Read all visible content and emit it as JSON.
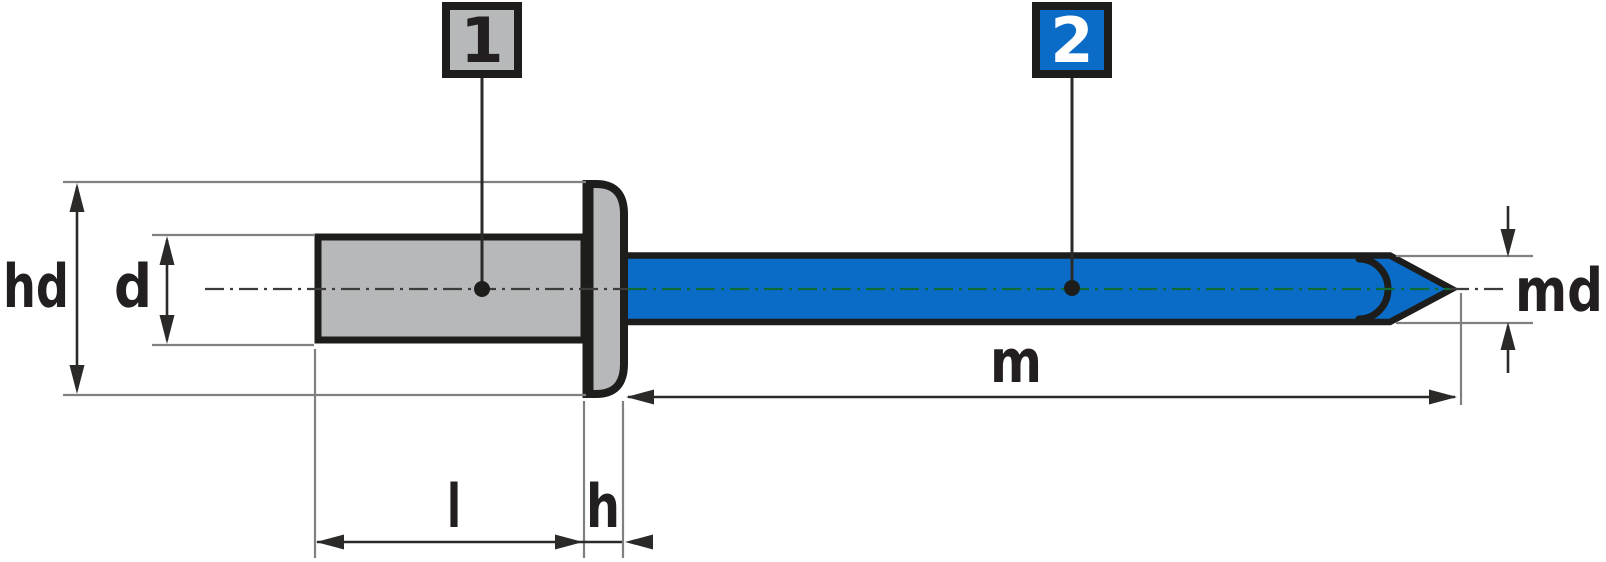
{
  "colors": {
    "body_gray": "#b6b8ba",
    "mandrel_blue": "#0b6cc8",
    "outline_black": "#1d1d1b",
    "dim_line": "#2b2a29",
    "ext_gray": "#7e8082",
    "centerline_dark": "#3c3c3b",
    "centerline_green": "#0e6b34",
    "label_black": "#231f20",
    "marker2_text": "#ffffff"
  },
  "markers": {
    "m1": "1",
    "m2": "2"
  },
  "dimensions": {
    "hd": "hd",
    "d": "d",
    "md": "md",
    "m": "m",
    "l": "l",
    "h": "h"
  }
}
